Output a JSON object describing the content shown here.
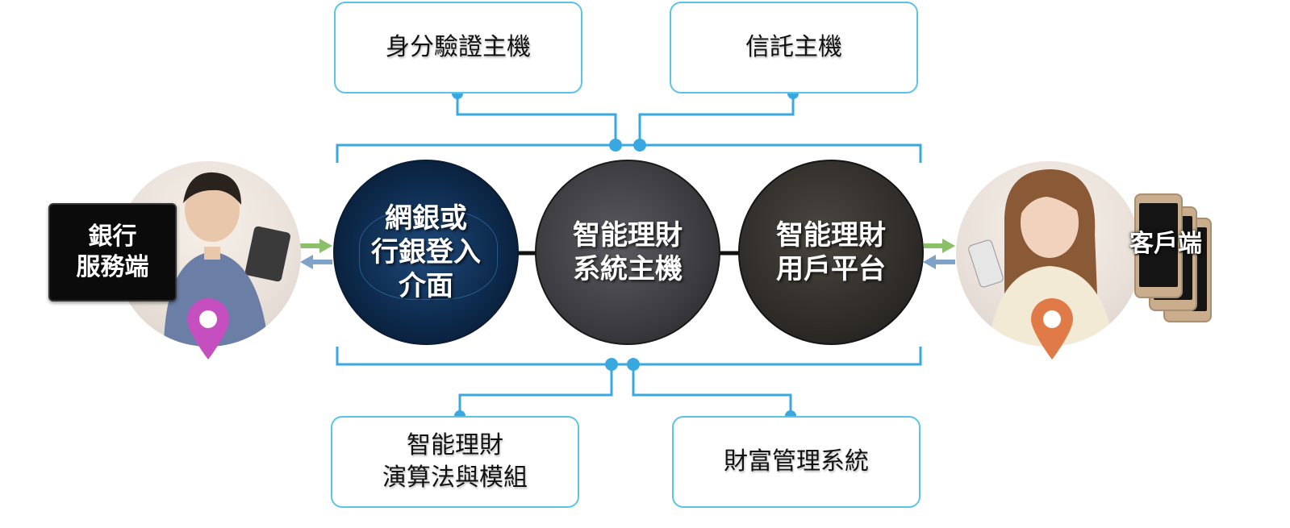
{
  "boxes": {
    "auth_host": "身分驗證主機",
    "trust_host": "信託主機",
    "algorithm_line1": "智能理財",
    "algorithm_line2": "演算法與模組",
    "wealth_system": "財富管理系統"
  },
  "nodes": {
    "login": [
      "網銀或",
      "行銀登入",
      "介面"
    ],
    "robo_host": [
      "智能理財",
      "系統主機"
    ],
    "user_platform": [
      "智能理財",
      "用戶平台"
    ]
  },
  "bank": {
    "line1": "銀行",
    "line2": "服務端"
  },
  "client": {
    "label": "客戶端"
  },
  "colors": {
    "connector": "#3aa8e0",
    "box_border": "#5bc3e8",
    "arrow_green": "#8cbf6a",
    "arrow_blue": "#7fa3c8",
    "bank_pin": "#c64fc0",
    "client_pin": "#e07b48"
  },
  "icons": [
    "location-pin-icon",
    "location-pin-icon",
    "tablet-icon",
    "smartphone-icon"
  ]
}
